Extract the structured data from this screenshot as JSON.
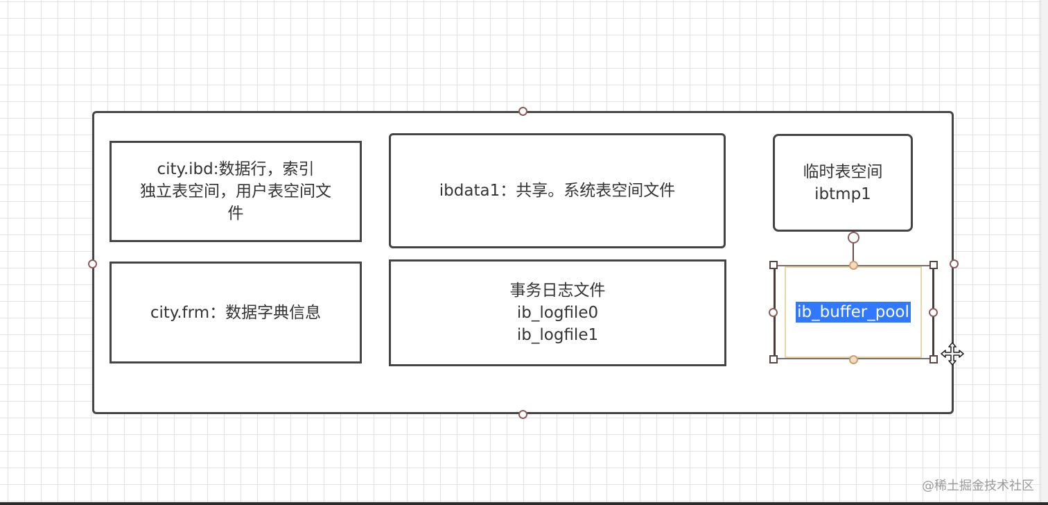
{
  "canvas": {
    "container": {
      "label": ""
    },
    "boxes": {
      "ibd": "city.ibd:数据行，索引\n独立表空间，用户表空间文\n件",
      "ibdata": "ibdata1：共享。系统表空间文件",
      "ibtmp": "临时表空间\nibtmp1",
      "frm": "city.frm：数据字典信息",
      "logs": "事务日志文件\nib_logfile0\nib_logfile1"
    },
    "selected_shape": {
      "text": "ib_buffer_pool"
    }
  },
  "cursor": {
    "icon": "move-cursor-icon"
  },
  "watermark": {
    "text": "@稀土掘金技术社区"
  },
  "colors": {
    "selection": "#2f78ff",
    "border": "#444444",
    "handle": "#8b5a5a"
  }
}
